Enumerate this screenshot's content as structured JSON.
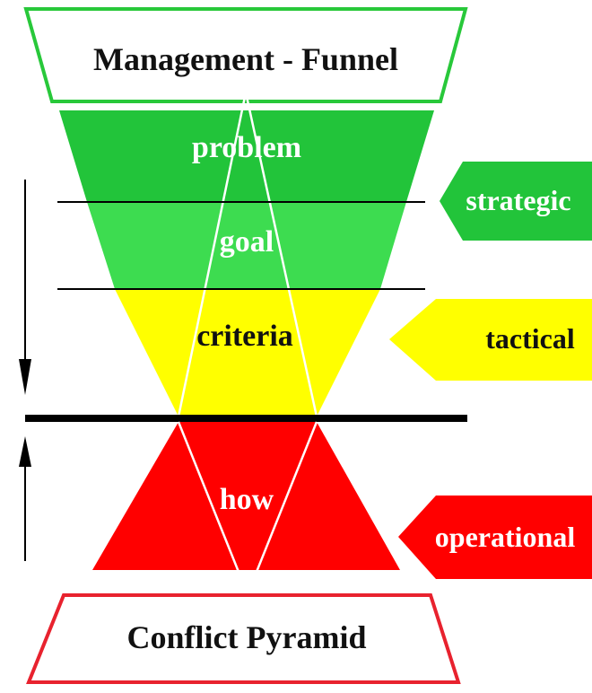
{
  "diagram": {
    "top_title": "Management - Funnel",
    "bottom_title": "Conflict Pyramid",
    "funnel": {
      "problem": "problem",
      "goal": "goal",
      "criteria": "criteria"
    },
    "pyramid": {
      "how": "how"
    },
    "levels": {
      "strategic": "strategic",
      "tactical": "tactical",
      "operational": "operational"
    },
    "colors": {
      "green_dark": "#22c43a",
      "green_light": "#3ddc50",
      "yellow": "#ffff00",
      "red": "#ff0000",
      "title_top_border": "#28c83a",
      "title_bottom_border": "#e8222e",
      "line": "#000000"
    }
  }
}
